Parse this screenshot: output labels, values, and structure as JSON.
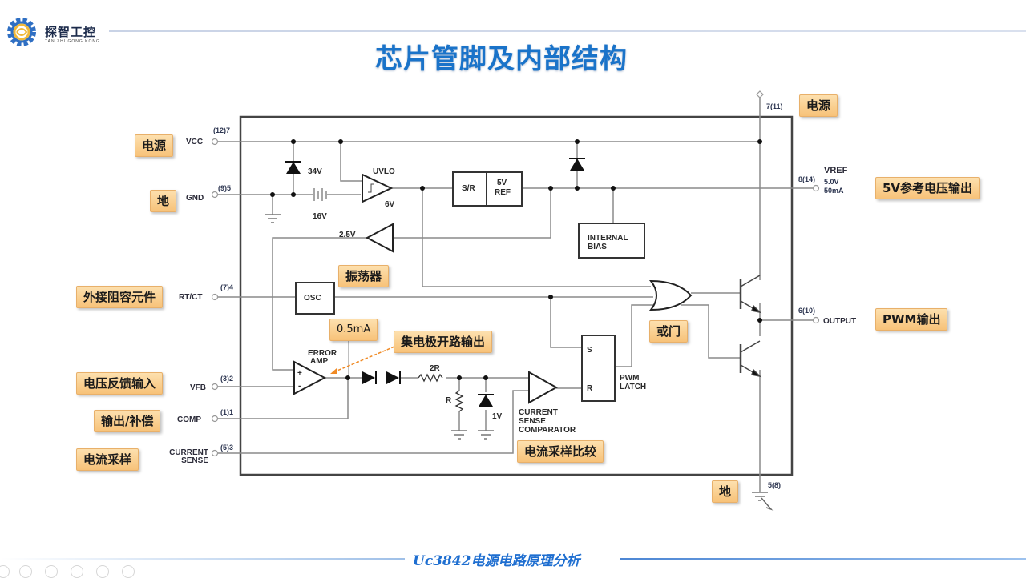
{
  "header": {
    "logo_text": "探智工控",
    "logo_subtitle": "TAN ZHI GONG KONG",
    "title": "芯片管脚及内部结构"
  },
  "footer": {
    "title": "Uc3842电源电路原理分析",
    "player_controls": [
      "back-icon",
      "pointer-icon",
      "pen-icon",
      "slides-icon",
      "zoom-icon",
      "more-icon"
    ]
  },
  "colors": {
    "title_blue": "#1a73c9",
    "tag_orange": "#f7c279",
    "arrow_orange": "#f08a24"
  },
  "pins_left": [
    {
      "name": "VCC",
      "pin": "(12)7",
      "tag": "电源"
    },
    {
      "name": "GND",
      "pin": "(9)5",
      "tag": "地"
    },
    {
      "name": "RT/CT",
      "pin": "(7)4",
      "tag": "外接阻容元件"
    },
    {
      "name": "VFB",
      "pin": "(3)2",
      "tag": "电压反馈输入"
    },
    {
      "name": "COMP",
      "pin": "(1)1",
      "tag": "输出/补偿"
    },
    {
      "name": "CURRENT SENSE",
      "pin": "(5)3",
      "tag": "电流采样"
    }
  ],
  "pins_right": [
    {
      "name": "",
      "pin": "7(11)",
      "tag": "电源"
    },
    {
      "name": "VREF",
      "pin": "8(14)",
      "detail1": "5.0V",
      "detail2": "50mA",
      "tag": "5V参考电压输出"
    },
    {
      "name": "OUTPUT",
      "pin": "6(10)",
      "tag": "PWM输出"
    },
    {
      "name": "",
      "pin": "5(8)",
      "tag": "地"
    }
  ],
  "blocks": {
    "zener_34v": "34V",
    "uvlo": "UVLO",
    "uvlo_6v": "6V",
    "battery_16v": "16V",
    "sr": "S/R",
    "ref_5v_1": "5V",
    "ref_5v_2": "REF",
    "internal_bias_1": "INTERNAL",
    "internal_bias_2": "BIAS",
    "ref_2_5v": "2.5V",
    "osc": "OSC",
    "error_amp_1": "ERROR",
    "error_amp_2": "AMP",
    "plus": "+",
    "minus": "-",
    "r2": "2R",
    "r": "R",
    "zener_1v": "1V",
    "cs_comp_1": "CURRENT",
    "cs_comp_2": "SENSE",
    "cs_comp_3": "COMPARATOR",
    "latch_s": "S",
    "latch_r": "R",
    "pwm_latch_1": "PWM",
    "pwm_latch_2": "LATCH"
  },
  "annotations": {
    "osc_tag": "振荡器",
    "current_tag": "0.5mA",
    "open_collector_tag": "集电极开路输出",
    "cs_compare_tag": "电流采样比较",
    "or_gate_tag": "或门"
  }
}
